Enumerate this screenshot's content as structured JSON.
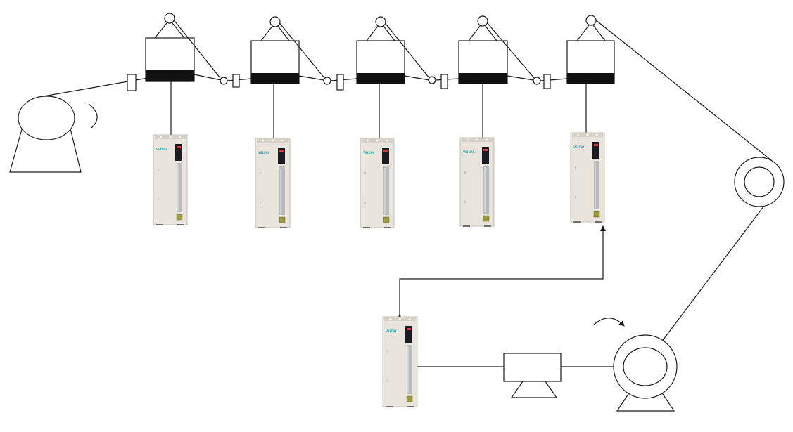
{
  "diagram": {
    "colors": {
      "line": "#1a1a1a",
      "dancer_band": "#111111",
      "drive_body": "#e9e5dd",
      "drive_brand": "#2aa7b8",
      "drive_screen": "#1b1b24",
      "drive_button": "#9d9a3e"
    },
    "components": {
      "payoff_reel": "payoff-reel",
      "dancers": [
        "dancer-1",
        "dancer-2",
        "dancer-3",
        "dancer-4",
        "dancer-5"
      ],
      "drives": [
        "drive-1",
        "drive-2",
        "drive-3",
        "drive-4",
        "drive-5",
        "drive-main"
      ],
      "take_up_wheel": "take-up-wheel",
      "gearbox": "gearbox",
      "motor": "motor"
    },
    "drive_brand_text": "VEICHI",
    "icons": [
      "rotation-arc-icon",
      "rotation-arrow-icon",
      "bidirectional-arrow-icon"
    ]
  }
}
